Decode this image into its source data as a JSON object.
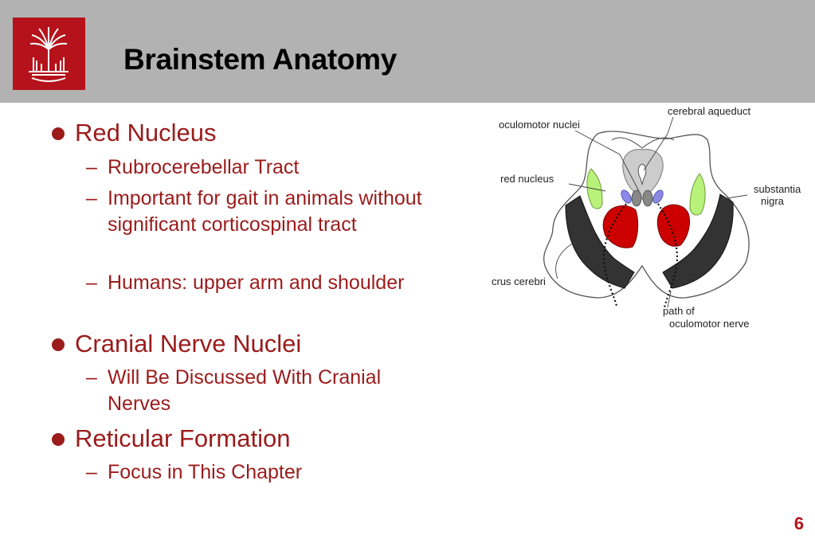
{
  "slide": {
    "title": "Brainstem Anatomy",
    "page_number": "6"
  },
  "bullets": [
    {
      "text": "Red Nucleus",
      "subs": [
        "Rubrocerebellar Tract",
        "Important for gait in animals without significant corticospinal tract",
        "Humans: upper arm and shoulder"
      ]
    },
    {
      "text": "Cranial Nerve Nuclei",
      "subs": [
        "Will Be Discussed With Cranial Nerves"
      ]
    },
    {
      "text": "Reticular Formation",
      "subs": [
        "Focus in This Chapter"
      ]
    }
  ],
  "diagram": {
    "labels": {
      "cerebral_aqueduct": "cerebral aqueduct",
      "oculomotor_nuclei": "oculomotor nuclei",
      "red_nucleus": "red nucleus",
      "substantia_line1": "substantia",
      "substantia_line2": "nigra",
      "crus_cerebri": "crus cerebri",
      "path_line1": "path of",
      "path_line2": "oculomotor nerve"
    },
    "colors": {
      "red_nucleus": "#cc0000",
      "substantia_nigra": "#b9f27a",
      "crus_cerebri": "#333333",
      "oculomotor_nuclei": "#8a8ae6",
      "aqueduct_region": "#cccccc"
    }
  },
  "colors": {
    "header_bg": "#b2b2b2",
    "logo_bg": "#b5121b",
    "text_accent": "#9b1b1b"
  }
}
